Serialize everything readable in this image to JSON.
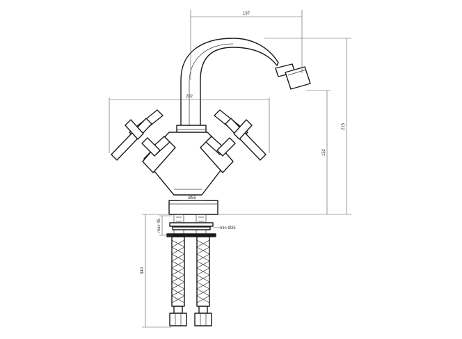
{
  "dimensions": {
    "spout_reach": "197",
    "handle_span": "202",
    "total_height": "215",
    "spout_height": "152",
    "base_diameter": "Ø55",
    "max_thickness": "max 45",
    "hole_diameter": "min Ø35",
    "hose_length": "340"
  },
  "colors": {
    "line": "#1a1a1a",
    "background": "#ffffff"
  }
}
